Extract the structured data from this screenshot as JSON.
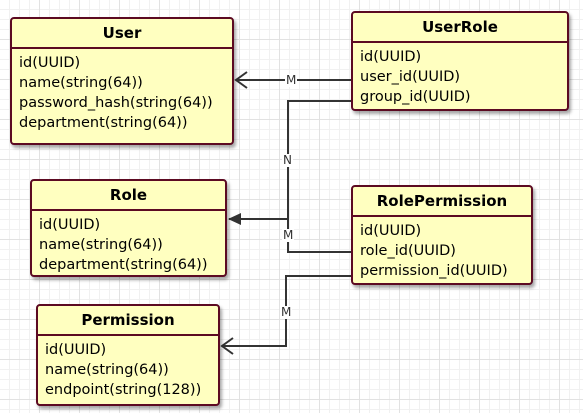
{
  "entities": {
    "user": {
      "title": "User",
      "fields": [
        "id(UUID)",
        "name(string(64))",
        "password_hash(string(64))",
        "department(string(64))"
      ]
    },
    "user_role": {
      "title": "UserRole",
      "fields": [
        "id(UUID)",
        "user_id(UUID)",
        "group_id(UUID)"
      ]
    },
    "role": {
      "title": "Role",
      "fields": [
        "id(UUID)",
        "name(string(64))",
        "department(string(64))"
      ]
    },
    "role_permission": {
      "title": "RolePermission",
      "fields": [
        "id(UUID)",
        "role_id(UUID)",
        "permission_id(UUID)"
      ]
    },
    "permission": {
      "title": "Permission",
      "fields": [
        "id(UUID)",
        "name(string(64))",
        "endpoint(string(128))"
      ]
    }
  },
  "relations": {
    "userrole_to_user": "M",
    "userrole_to_role": "N",
    "rolepermission_to_role": "M",
    "rolepermission_to_permission": "M"
  }
}
